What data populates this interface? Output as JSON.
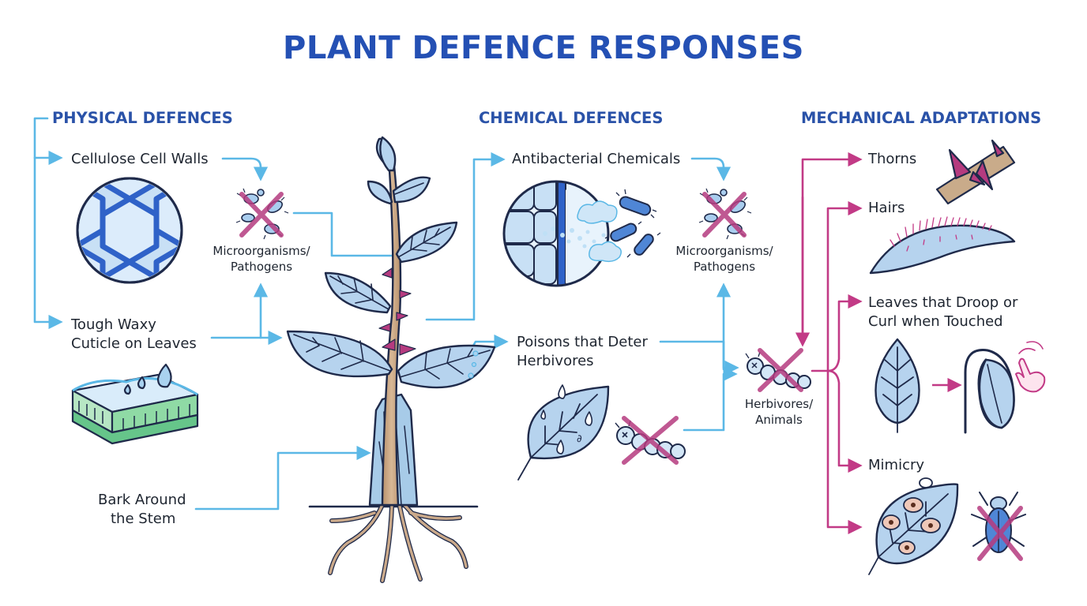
{
  "title": "PLANT DEFENCE RESPONSES",
  "sections": {
    "physical": "PHYSICAL DEFENCES",
    "chemical": "CHEMICAL DEFENCES",
    "mechanical": "MECHANICAL ADAPTATIONS"
  },
  "physical": {
    "cell_walls": "Cellulose Cell Walls",
    "cuticle_line1": "Tough Waxy",
    "cuticle_line2": "Cuticle on Leaves",
    "bark_line1": "Bark Around",
    "bark_line2": "the Stem",
    "target_line1": "Microorganisms/",
    "target_line2": "Pathogens"
  },
  "chemical": {
    "antibacterial": "Antibacterial Chemicals",
    "target_line1": "Microorganisms/",
    "target_line2": "Pathogens",
    "poisons_line1": "Poisons that Deter",
    "poisons_line2": "Herbivores",
    "herbivores_line1": "Herbivores/",
    "herbivores_line2": "Animals"
  },
  "mechanical": {
    "thorns": "Thorns",
    "hairs": "Hairs",
    "droop_line1": "Leaves that Droop or",
    "droop_line2": "Curl when Touched",
    "mimicry": "Mimicry"
  },
  "colors": {
    "title": "#2450b4",
    "blue_arrow": "#5bb8e6",
    "magenta_arrow": "#c23a86",
    "outline": "#1f2a4a",
    "leaf_fill": "#b6d3ee",
    "stem": "#c9a98a"
  },
  "icons": [
    "cell-wall-icon",
    "pathogen-blocked-icon",
    "waxy-cuticle-icon",
    "plant-icon",
    "antibacterial-cells-icon",
    "poison-leaf-icon",
    "caterpillar-blocked-icon",
    "thorn-icon",
    "hairy-leaf-icon",
    "leaf-icon",
    "drooping-leaf-icon",
    "hand-touch-icon",
    "mimicry-leaf-icon",
    "insect-blocked-icon"
  ]
}
